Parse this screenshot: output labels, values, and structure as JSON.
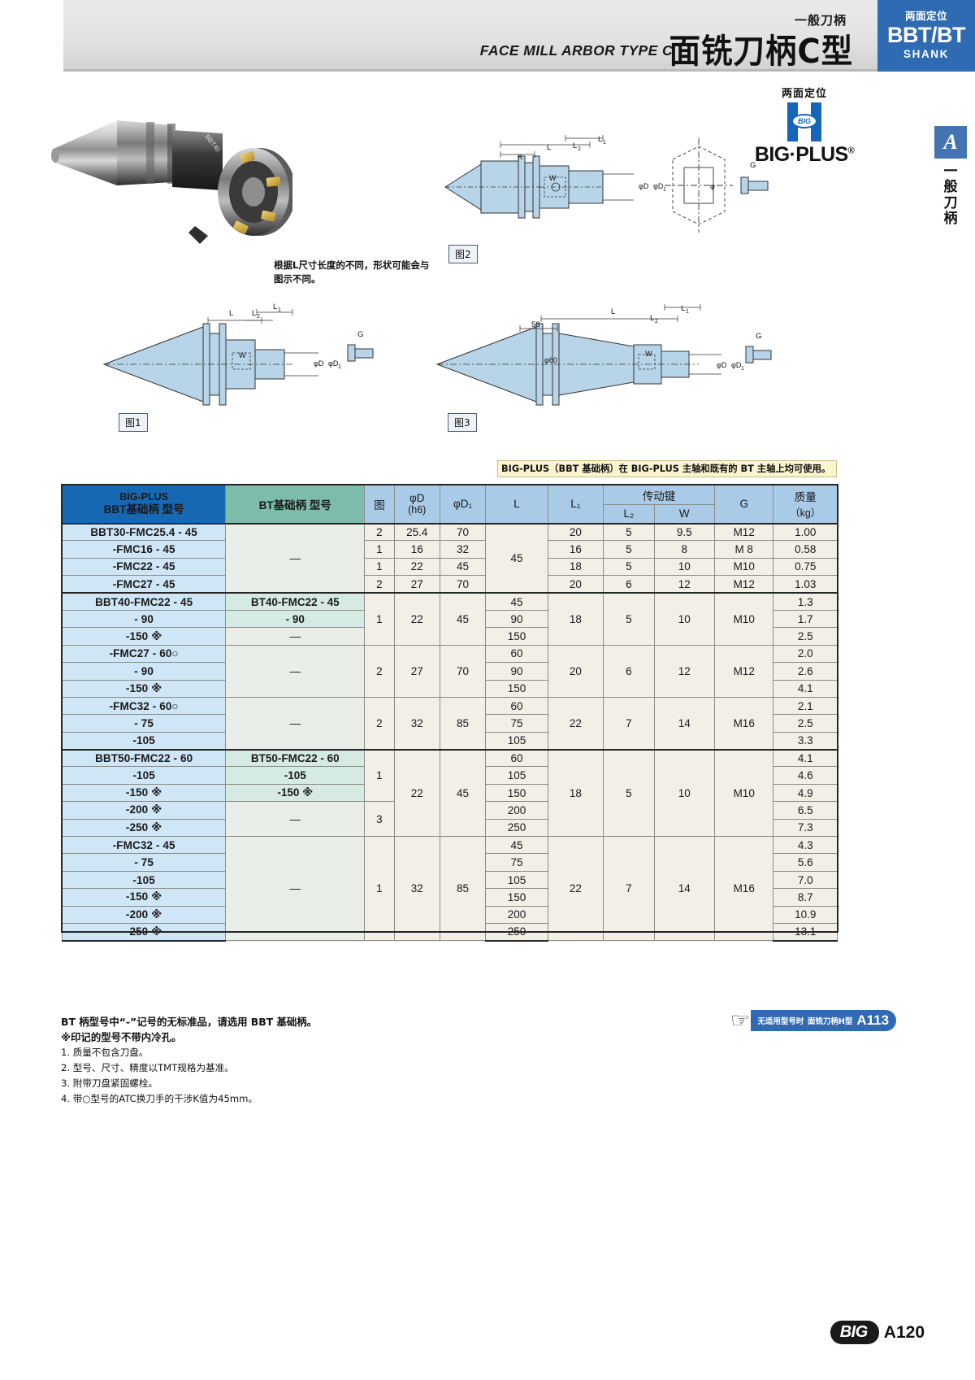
{
  "header": {
    "title_en": "FACE MILL ARBOR TYPE C",
    "title_cn": "面铣刀柄C型",
    "title_cn_small": "一般刀柄",
    "badge_top": "两面定位",
    "badge_main": "BBT/BT",
    "badge_sub": "SHANK"
  },
  "side_tab": {
    "letter": "A",
    "label": "一般刀柄"
  },
  "bigplus": {
    "top_label": "两面定位",
    "mark_text": "BIG",
    "wordmark": "BIG·PLUS",
    "reg": "®"
  },
  "photo_note": "根据L尺寸长度的不同，形状可能会与图示不同。",
  "figures": {
    "fig1": "图1",
    "fig2": "图2",
    "fig3": "图3"
  },
  "dimension_labels": {
    "L": "L",
    "L1": "L₁",
    "L2": "L₂",
    "K": "K",
    "W": "W",
    "G": "G",
    "D": "φD",
    "D1": "φD₁",
    "fifty_eight": "58",
    "phi60": "φ60"
  },
  "yellow_note": "BIG-PLUS（BBT 基础柄）在 BIG-PLUS 主轴和既有的 BT 主轴上均可使用。",
  "table": {
    "headers": {
      "bbt_line1": "BIG-PLUS",
      "bbt_line2": "BBT基础柄 型号",
      "bt": "BT基础柄 型号",
      "fig": "图",
      "D": "φD",
      "D_sub": "(h6)",
      "D1": "φD₁",
      "L": "L",
      "L1": "L₁",
      "drivekey": "传动键",
      "L2": "L₂",
      "W": "W",
      "G": "G",
      "mass": "质量",
      "mass_unit": "（kg）"
    },
    "rows": [
      {
        "bbt": "BBT30-FMC25.4 -  45",
        "bt": "",
        "fig": "2",
        "D": "25.4",
        "D1": "70",
        "L": "45",
        "L1": "20",
        "L2": "5",
        "W": "9.5",
        "G": "M12",
        "mass": "1.00"
      },
      {
        "bbt": "-FMC16   -  45",
        "bt": "—",
        "fig": "1",
        "D": "16",
        "D1": "32",
        "L": "",
        "L1": "16",
        "L2": "5",
        "W": "8",
        "G": "M 8",
        "mass": "0.58"
      },
      {
        "bbt": "-FMC22   -  45",
        "bt": "",
        "fig": "1",
        "D": "22",
        "D1": "45",
        "L": "",
        "L1": "18",
        "L2": "5",
        "W": "10",
        "G": "M10",
        "mass": "0.75"
      },
      {
        "bbt": "-FMC27   -  45",
        "bt": "",
        "fig": "2",
        "D": "27",
        "D1": "70",
        "L": "",
        "L1": "20",
        "L2": "6",
        "W": "12",
        "G": "M12",
        "mass": "1.03"
      },
      {
        "bbt": "BBT40-FMC22   -  45",
        "bt": "BT40-FMC22  -  45",
        "fig": "1",
        "D": "22",
        "D1": "45",
        "L": "45",
        "L1": "18",
        "L2": "5",
        "W": "10",
        "G": "M10",
        "mass": "1.3"
      },
      {
        "bbt": "-  90",
        "bt": "-  90",
        "fig": "",
        "D": "",
        "D1": "",
        "L": "90",
        "L1": "",
        "L2": "",
        "W": "",
        "G": "",
        "mass": "1.7"
      },
      {
        "bbt": "-150 ※",
        "bt": "—",
        "fig": "",
        "D": "",
        "D1": "",
        "L": "150",
        "L1": "",
        "L2": "",
        "W": "",
        "G": "",
        "mass": "2.5"
      },
      {
        "bbt": "-FMC27   -  60○",
        "bt": "",
        "fig": "2",
        "D": "27",
        "D1": "70",
        "L": "60",
        "L1": "20",
        "L2": "6",
        "W": "12",
        "G": "M12",
        "mass": "2.0"
      },
      {
        "bbt": "-  90",
        "bt": "—",
        "fig": "",
        "D": "",
        "D1": "",
        "L": "90",
        "L1": "",
        "L2": "",
        "W": "",
        "G": "",
        "mass": "2.6"
      },
      {
        "bbt": "-150 ※",
        "bt": "",
        "fig": "",
        "D": "",
        "D1": "",
        "L": "150",
        "L1": "",
        "L2": "",
        "W": "",
        "G": "",
        "mass": "4.1"
      },
      {
        "bbt": "-FMC32   -  60○",
        "bt": "",
        "fig": "2",
        "D": "32",
        "D1": "85",
        "L": "60",
        "L1": "22",
        "L2": "7",
        "W": "14",
        "G": "M16",
        "mass": "2.1"
      },
      {
        "bbt": "-  75",
        "bt": "—",
        "fig": "",
        "D": "",
        "D1": "",
        "L": "75",
        "L1": "",
        "L2": "",
        "W": "",
        "G": "",
        "mass": "2.5"
      },
      {
        "bbt": "-105",
        "bt": "",
        "fig": "",
        "D": "",
        "D1": "",
        "L": "105",
        "L1": "",
        "L2": "",
        "W": "",
        "G": "",
        "mass": "3.3"
      },
      {
        "bbt": "BBT50-FMC22   -  60",
        "bt": "BT50-FMC22  -  60",
        "fig": "1",
        "D": "22",
        "D1": "45",
        "L": "60",
        "L1": "18",
        "L2": "5",
        "W": "10",
        "G": "M10",
        "mass": "4.1"
      },
      {
        "bbt": "-105",
        "bt": "-105",
        "fig": "",
        "D": "",
        "D1": "",
        "L": "105",
        "L1": "",
        "L2": "",
        "W": "",
        "G": "",
        "mass": "4.6"
      },
      {
        "bbt": "-150 ※",
        "bt": "-150 ※",
        "fig": "",
        "D": "",
        "D1": "",
        "L": "150",
        "L1": "",
        "L2": "",
        "W": "",
        "G": "",
        "mass": "4.9"
      },
      {
        "bbt": "-200 ※",
        "bt": "—",
        "fig": "3",
        "D": "",
        "D1": "",
        "L": "200",
        "L1": "",
        "L2": "",
        "W": "",
        "G": "",
        "mass": "6.5"
      },
      {
        "bbt": "-250 ※",
        "bt": "",
        "fig": "",
        "D": "",
        "D1": "",
        "L": "250",
        "L1": "",
        "L2": "",
        "W": "",
        "G": "",
        "mass": "7.3"
      },
      {
        "bbt": "-FMC32   -  45",
        "bt": "",
        "fig": "1",
        "D": "32",
        "D1": "85",
        "L": "45",
        "L1": "22",
        "L2": "7",
        "W": "14",
        "G": "M16",
        "mass": "4.3"
      },
      {
        "bbt": "-  75",
        "bt": "",
        "fig": "",
        "D": "",
        "D1": "",
        "L": "75",
        "L1": "",
        "L2": "",
        "W": "",
        "G": "",
        "mass": "5.6"
      },
      {
        "bbt": "-105",
        "bt": "—",
        "fig": "",
        "D": "",
        "D1": "",
        "L": "105",
        "L1": "",
        "L2": "",
        "W": "",
        "G": "",
        "mass": "7.0"
      },
      {
        "bbt": "-150 ※",
        "bt": "",
        "fig": "",
        "D": "",
        "D1": "",
        "L": "150",
        "L1": "",
        "L2": "",
        "W": "",
        "G": "",
        "mass": "8.7"
      },
      {
        "bbt": "-200 ※",
        "bt": "",
        "fig": "",
        "D": "",
        "D1": "",
        "L": "200",
        "L1": "",
        "L2": "",
        "W": "",
        "G": "",
        "mass": "10.9"
      },
      {
        "bbt": "-250 ※",
        "bt": "",
        "fig": "",
        "D": "",
        "D1": "",
        "L": "250",
        "L1": "",
        "L2": "",
        "W": "",
        "G": "",
        "mass": "13.1"
      }
    ]
  },
  "footnotes": {
    "strong1": "BT 柄型号中“-”记号的无标准品，请选用 BBT 基础柄。",
    "strong2": "※印记的型号不带内冷孔。",
    "items": [
      "1. 质量不包含刀盘。",
      "2. 型号、尺寸、精度以TMT规格为基准。",
      "3. 附带刀盘紧固螺栓。",
      "4. 带○型号的ATC换刀手的干涉K值为45mm。"
    ]
  },
  "ref_badge": {
    "line1": "无适用型号时",
    "line2": "面铣刀柄H型",
    "page": "A113",
    "icon": "pointing-hand-icon"
  },
  "page_footer": {
    "brand": "BIG",
    "page": "A120"
  },
  "colors": {
    "brand_blue": "#1668b3",
    "header_blue": "#2f6bb3",
    "bt_green": "#7dbcab",
    "row_blue": "#cfe6f7",
    "row_green": "#d5eae3",
    "table_bg": "#f2efe6",
    "note_yellow": "#fbf4cf",
    "drawing_blue": "#b7d4e8"
  }
}
